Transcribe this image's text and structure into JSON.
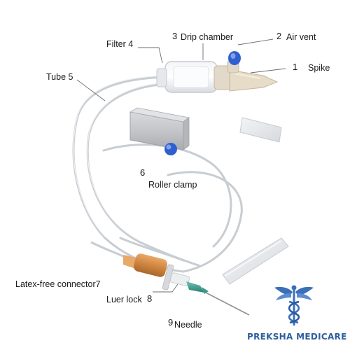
{
  "diagram": {
    "labels": {
      "spike": {
        "number": "1",
        "text": "Spike"
      },
      "air_vent": {
        "number": "2",
        "text": "Air vent"
      },
      "drip_chamber": {
        "number": "3",
        "text": "Drip chamber"
      },
      "filter": {
        "text": "Filter 4"
      },
      "tube": {
        "text": "Tube 5"
      },
      "roller_clamp": {
        "number": "6",
        "text": "Roller clamp"
      },
      "connector": {
        "text": "Latex-free connector7"
      },
      "luer_lock": {
        "text": "Luer lock",
        "number": "8"
      },
      "needle": {
        "number": "9",
        "text": "Needle"
      }
    }
  },
  "brand": {
    "name": "PREKSHA MEDICARE",
    "logo_icon": "caduceus-icon",
    "colors": {
      "logo": "#3b6fb6",
      "text": "#2e5e9e"
    }
  },
  "colors": {
    "tube_stroke": "#c9ced3",
    "cap_blue": "#2f5fd0",
    "connector_orange": "#d48a45",
    "needle_hub": "#3a9a8a"
  }
}
